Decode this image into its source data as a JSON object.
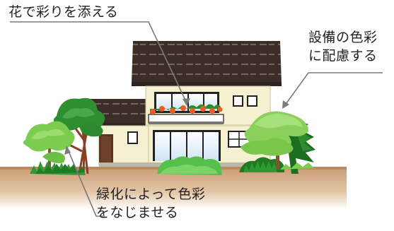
{
  "callouts": {
    "flowers": "花で彩りを添える",
    "equipment": {
      "line1": "設備の色彩",
      "line2": "に配慮する"
    },
    "greenery": {
      "line1": "緑化によって色彩",
      "line2": "をなじませる"
    }
  },
  "colors": {
    "ground": "#c9a17a",
    "roof": "#3c2f2a",
    "wall": "#f4f0d0",
    "window": "#e7f2fb",
    "foliage": "#5ec84a",
    "leader_line": "#7a7a7a"
  }
}
